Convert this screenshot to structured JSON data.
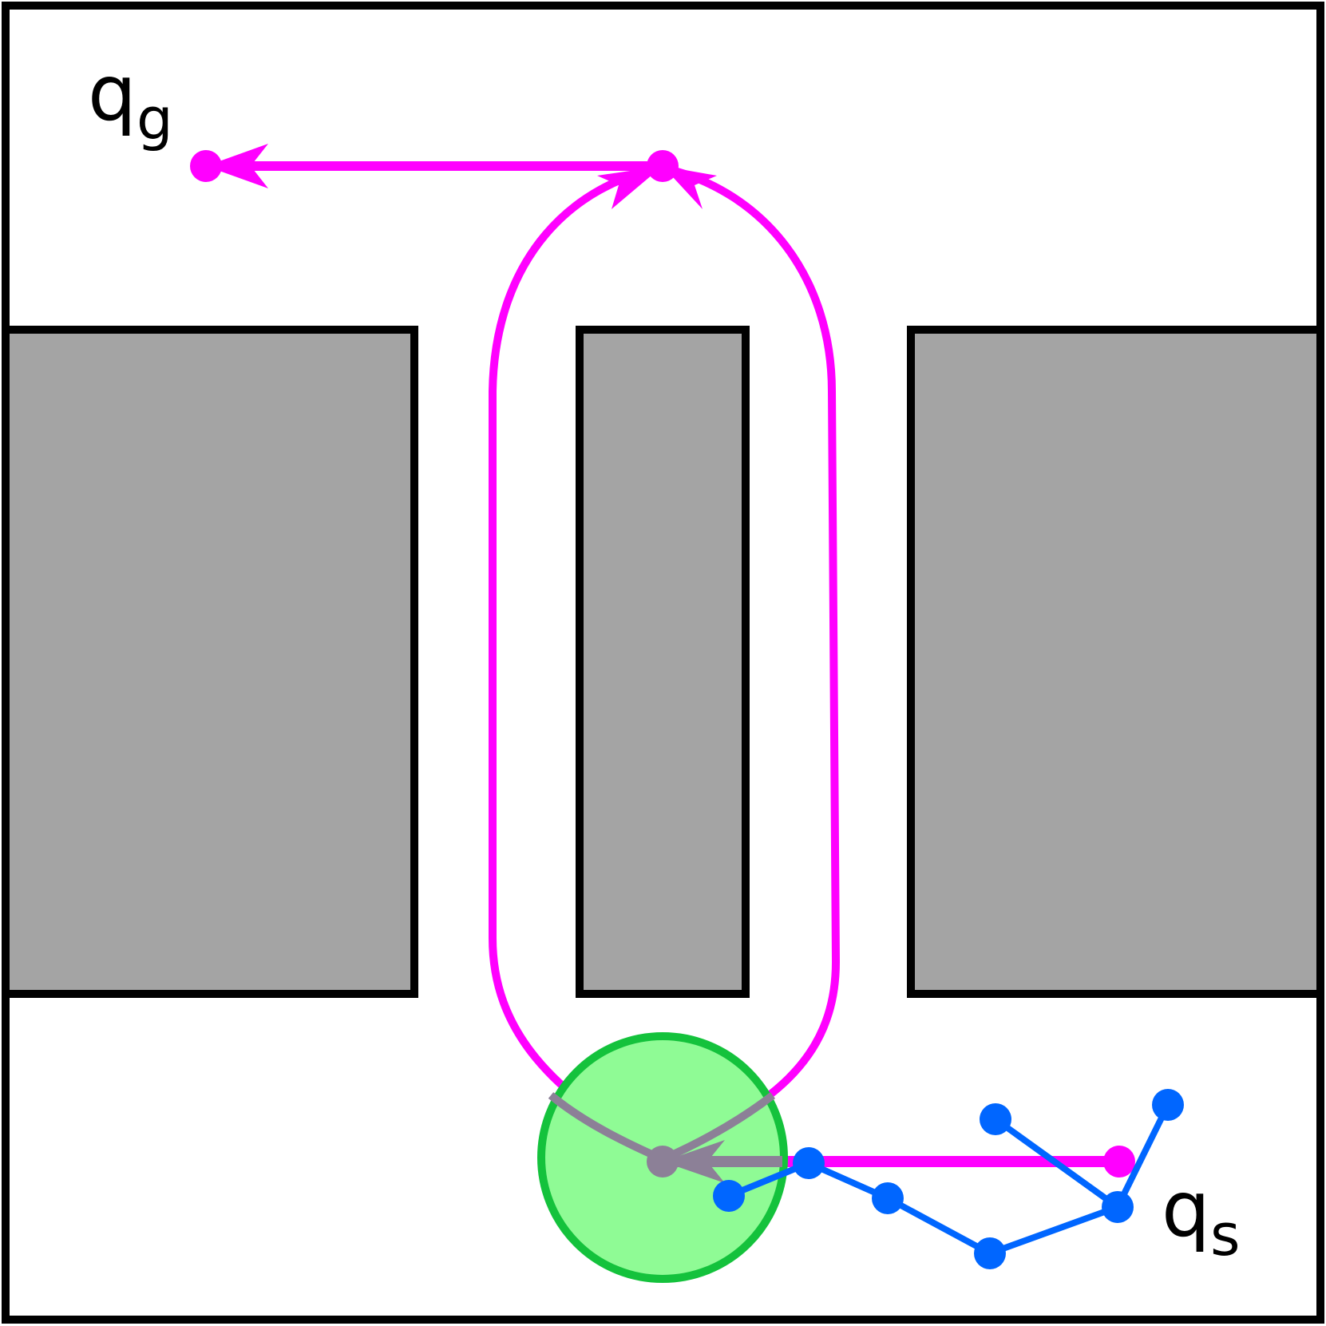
{
  "labels": {
    "goal": "q",
    "goal_sub": "g",
    "start": "q",
    "start_sub": "s"
  },
  "colors": {
    "background": "#ffffff",
    "border": "#000000",
    "obstacle": "#a4a4a4",
    "path": "#ff00ff",
    "tree": "#0066ff",
    "region_fill": "#8ffb95",
    "region_stroke": "#14c23c",
    "occluded_path": "#8c8097"
  },
  "icons": {
    "arrowhead": "arrowhead-icon",
    "node": "node-dot-icon"
  }
}
